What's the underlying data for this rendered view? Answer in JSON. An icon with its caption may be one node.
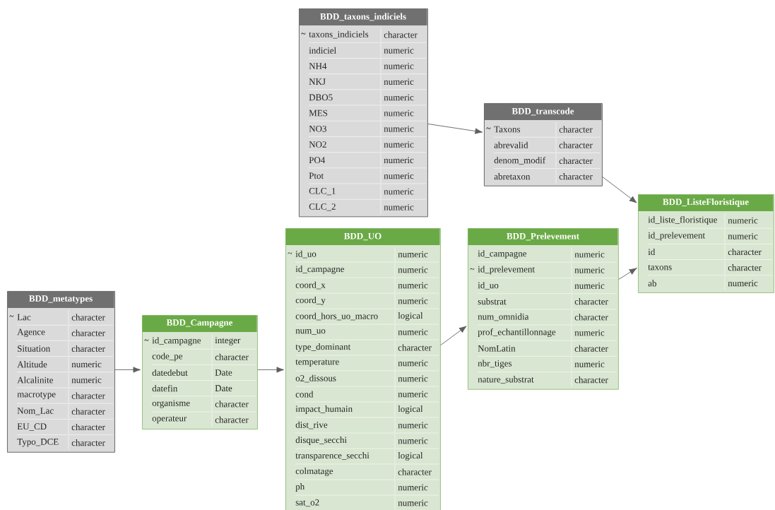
{
  "diagram": {
    "nodes": [
      {
        "text": [
          "BDD_taxons_indiciels"
        ]
      },
      {
        "text": [
          "~",
          "taxons_indiciels",
          "character"
        ],
        "in": 0
      },
      {
        "text": [
          "indiciel",
          "numeric"
        ],
        "in": 0
      },
      {
        "text": [
          "NH4",
          "numeric"
        ],
        "in": 0
      },
      {
        "text": [
          "NKJ",
          "numeric"
        ],
        "in": 0
      },
      {
        "text": [
          "DBO5",
          "numeric"
        ],
        "in": 0
      },
      {
        "text": [
          "MES",
          "numeric"
        ],
        "in": 0
      },
      {
        "text": [
          "NO3",
          "numeric"
        ],
        "in": 0
      },
      {
        "text": [
          "NO2",
          "numeric"
        ],
        "in": 0
      },
      {
        "text": [
          "PO4",
          "numeric"
        ],
        "in": 0
      },
      {
        "text": [
          "Ptot",
          "numeric"
        ],
        "in": 0
      },
      {
        "text": [
          "CLC_1",
          "numeric"
        ],
        "in": 0
      },
      {
        "text": [
          "CLC_2",
          "numeric"
        ],
        "in": 0
      },
      {
        "text": [
          "BDD_transcode"
        ]
      },
      {
        "text": [
          "~",
          "Taxons",
          "character"
        ],
        "in": 13
      },
      {
        "text": [
          "abrevalid",
          "character"
        ],
        "in": 13
      },
      {
        "text": [
          "denom_modif",
          "character"
        ],
        "in": 13
      },
      {
        "text": [
          "abretaxon",
          "character"
        ],
        "in": 13
      },
      {
        "text": [
          "BDD_ListeFloristique"
        ]
      },
      {
        "text": [
          "id_liste_floristique",
          "numeric"
        ],
        "in": 18
      },
      {
        "text": [
          "id_prelevement",
          "numeric"
        ],
        "in": 18
      },
      {
        "text": [
          "id",
          "character"
        ],
        "in": 18
      },
      {
        "text": [
          "taxons",
          "character"
        ],
        "in": 18
      },
      {
        "text": [
          "ab",
          "numeric"
        ],
        "in": 18
      },
      {
        "text": [
          "BDD_UO"
        ]
      },
      {
        "text": [
          "~",
          "id_uo",
          "numeric"
        ],
        "in": 24
      },
      {
        "text": [
          "id_campagne",
          "numeric"
        ],
        "in": 24
      },
      {
        "text": [
          "coord_x",
          "numeric"
        ],
        "in": 24
      },
      {
        "text": [
          "coord_y",
          "numeric"
        ],
        "in": 24
      },
      {
        "text": [
          "coord_hors_uo_macro",
          "logical"
        ],
        "in": 24
      },
      {
        "text": [
          "num_uo",
          "numeric"
        ],
        "in": 24
      },
      {
        "text": [
          "type_dominant",
          "character"
        ],
        "in": 24
      },
      {
        "text": [
          "temperature",
          "numeric"
        ],
        "in": 24
      },
      {
        "text": [
          "o2_dissous",
          "numeric"
        ],
        "in": 24
      },
      {
        "text": [
          "cond",
          "numeric"
        ],
        "in": 24
      },
      {
        "text": [
          "impact_humain",
          "logical"
        ],
        "in": 24
      },
      {
        "text": [
          "dist_rive",
          "numeric"
        ],
        "in": 24
      },
      {
        "text": [
          "disque_secchi",
          "numeric"
        ],
        "in": 24
      },
      {
        "text": [
          "transparence_secchi",
          "logical"
        ],
        "in": 24
      },
      {
        "text": [
          "colmatage",
          "character"
        ],
        "in": 24
      },
      {
        "text": [
          "ph",
          "numeric"
        ],
        "in": 24
      },
      {
        "text": [
          "sat_o2",
          "numeric"
        ],
        "in": 24
      },
      {
        "text": [
          "BDD_Prelevement"
        ]
      },
      {
        "text": [
          "id_campagne",
          "numeric"
        ],
        "in": 42
      },
      {
        "text": [
          "~",
          "id_prelevement",
          "numeric"
        ],
        "in": 42
      },
      {
        "text": [
          "id_uo",
          "numeric"
        ],
        "in": 42
      },
      {
        "text": [
          "substrat",
          "character"
        ],
        "in": 42
      },
      {
        "text": [
          "num_omnidia",
          "character"
        ],
        "in": 42
      },
      {
        "text": [
          "prof_echantillonnage",
          "numeric"
        ],
        "in": 42
      },
      {
        "text": [
          "NomLatin",
          "character"
        ],
        "in": 42
      },
      {
        "text": [
          "nbr_tiges",
          "numeric"
        ],
        "in": 42
      },
      {
        "text": [
          "nature_substrat",
          "character"
        ],
        "in": 42
      },
      {
        "text": [
          "BDD_metatypes"
        ]
      },
      {
        "text": [
          "~",
          "Lac",
          "character"
        ],
        "in": 52
      },
      {
        "text": [
          "Agence",
          "character"
        ],
        "in": 52
      },
      {
        "text": [
          "Situation",
          "character"
        ],
        "in": 52
      },
      {
        "text": [
          "Altitude",
          "numeric"
        ],
        "in": 52
      },
      {
        "text": [
          "Alcalinite",
          "numeric"
        ],
        "in": 52
      },
      {
        "text": [
          "macrotype",
          "character"
        ],
        "in": 52
      },
      {
        "text": [
          "Nom_Lac",
          "character"
        ],
        "in": 52
      },
      {
        "text": [
          "EU_CD",
          "character"
        ],
        "in": 52
      },
      {
        "text": [
          "Typo_DCE",
          "character"
        ],
        "in": 52
      },
      {
        "text": [
          "BDD_Campagne"
        ]
      },
      {
        "text": [
          "~",
          "id_campagne",
          "integer"
        ],
        "in": 62
      },
      {
        "text": [
          "code_pe",
          "character"
        ],
        "in": 62
      },
      {
        "text": [
          "datedebut",
          "Date"
        ],
        "in": 62
      },
      {
        "text": [
          "datefin",
          "Date"
        ],
        "in": 62
      },
      {
        "text": [
          "organisme",
          "character"
        ],
        "in": 62
      },
      {
        "text": [
          "operateur",
          "character"
        ],
        "in": 62
      }
    ],
    "edges": [
      {
        "from": 0,
        "to": 13,
        "arrow": "to"
      },
      {
        "from": 13,
        "to": 18,
        "arrow": "to"
      },
      {
        "from": 24,
        "to": 42,
        "arrow": "to"
      },
      {
        "from": 42,
        "to": 18,
        "arrow": "to"
      },
      {
        "from": 52,
        "to": 62,
        "arrow": "to"
      },
      {
        "from": 62,
        "to": 24,
        "arrow": "to"
      }
    ]
  }
}
